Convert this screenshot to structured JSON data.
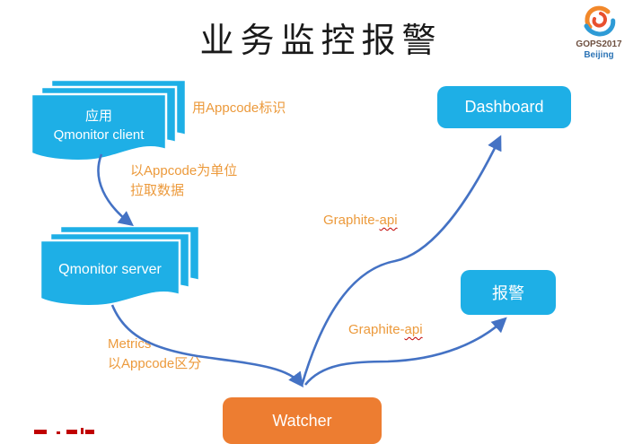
{
  "title": "业务监控报警",
  "logo": {
    "line1": "GOPS2017",
    "line2": "Beijing"
  },
  "nodes": {
    "client_stack": {
      "line1": "应用",
      "line2": "Qmonitor client"
    },
    "server_stack": {
      "label": "Qmonitor server"
    },
    "dashboard": {
      "label": "Dashboard"
    },
    "alarm": {
      "label": "报警"
    },
    "watcher": {
      "label": "Watcher"
    }
  },
  "annotations": {
    "appcode_tag": "用Appcode标识",
    "pull_line1": "以Appcode为单位",
    "pull_line2": "拉取数据",
    "graphite_api_1": {
      "prefix": "Graphite-",
      "suffix": "api"
    },
    "graphite_api_2": {
      "prefix": "Graphite-",
      "suffix": "api"
    },
    "metrics_line1": "Metrics",
    "metrics_line2": "以Appcode区分"
  },
  "colors": {
    "box_blue": "#1eafe6",
    "box_orange": "#ed7d31",
    "annotation_orange": "#ec9a3c",
    "arrow_blue": "#4472c4",
    "squiggle_red": "#c00000"
  }
}
